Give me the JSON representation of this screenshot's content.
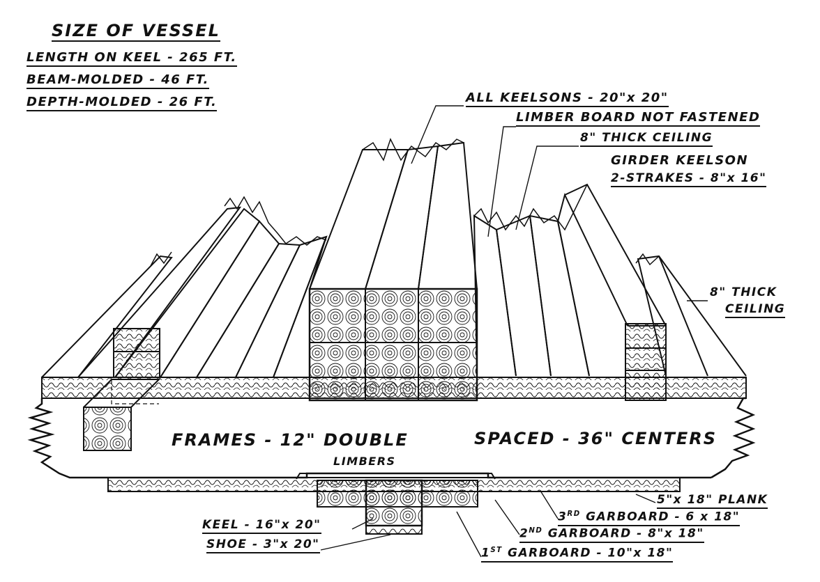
{
  "vessel": {
    "title": "SIZE OF VESSEL",
    "length": "LENGTH ON KEEL - 265 FT.",
    "beam": "BEAM-MOLDED -   46 FT.",
    "depth": "DEPTH-MOLDED -   26 FT."
  },
  "labels": {
    "keelsons": "ALL KEELSONS - 20\"x 20\"",
    "limber_board": "LIMBER BOARD NOT FASTENED",
    "ceiling_top": "8\" THICK CEILING",
    "girder": "GIRDER KEELSON",
    "girder_strakes": "2-STRAKES - 8\"x 16\"",
    "ceiling_right_1": "8\" THICK",
    "ceiling_right_2": "CEILING",
    "frames": "FRAMES - 12\" DOUBLE",
    "spaced": "SPACED - 36\" CENTERS",
    "limbers": "LIMBERS",
    "plank": "5\"x 18\" PLANK",
    "garboard3_prefix": "3",
    "garboard3_sup": "RD",
    "garboard3": " GARBOARD - 6 x 18\"",
    "garboard2_prefix": "2",
    "garboard2_sup": "ND",
    "garboard2": " GARBOARD - 8\"x 18\"",
    "garboard1_prefix": "1",
    "garboard1_sup": "ST",
    "garboard1": " GARBOARD - 10\"x 18\"",
    "keel": "KEEL - 16\"x 20\"",
    "shoe": "SHOE - 3\"x 20\""
  },
  "colors": {
    "ink": "#111111",
    "paper": "#ffffff"
  }
}
